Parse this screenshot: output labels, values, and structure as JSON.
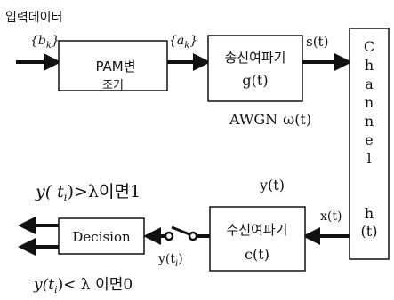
{
  "input_label": "입력데이터",
  "b_label": "{b",
  "b_sub": "k",
  "b_close": "}",
  "a_label": "{a",
  "a_sub": "k",
  "a_close": "}",
  "pam_line1": "PAM변",
  "pam_line2": "조기",
  "tx_filter_label": "송신여파기",
  "tx_filter_func": "g(t)",
  "s_label": "s(t)",
  "channel_chars": [
    "C",
    "h",
    "a",
    "n",
    "n",
    "e",
    "l"
  ],
  "channel_h": "h",
  "channel_t": "(t)",
  "awgn_label": "AWGN",
  "awgn_func": "ω(t)",
  "y_mid_label": "y(t)",
  "x_label": "x(t)",
  "rx_filter_label": "수신여파기",
  "rx_filter_func": "c(t)",
  "decision_label": "Decision",
  "sample_label": "y(t",
  "sample_sub": "i",
  "sample_close": ")",
  "rule_top_a": "y(",
  "rule_top_t": "t",
  "rule_top_i": "i",
  "rule_top_b": ")>λ이면1",
  "rule_bot_a": "y(t",
  "rule_bot_i": "i",
  "rule_bot_b": ")< λ 이면0"
}
